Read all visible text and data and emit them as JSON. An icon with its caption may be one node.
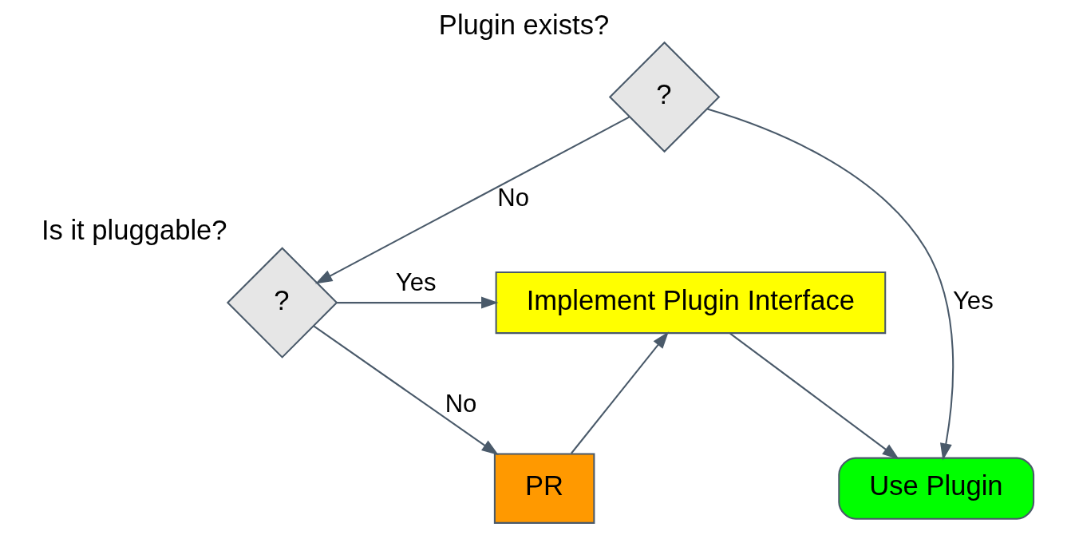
{
  "diagram": {
    "nodes": [
      {
        "text": [
          "?"
        ],
        "beside": [
          "Plugin exists?"
        ]
      },
      {
        "text": [
          "?"
        ],
        "beside": [
          "Is it pluggable?"
        ]
      },
      {
        "text": [
          "Implement Plugin Interface"
        ]
      },
      {
        "text": [
          "PR"
        ]
      },
      {
        "text": [
          "Use Plugin"
        ]
      }
    ],
    "edges": [
      {
        "from": 0,
        "to": 1,
        "arrow": "to",
        "label": "No"
      },
      {
        "from": 0,
        "to": 4,
        "arrow": "to",
        "label": "Yes"
      },
      {
        "from": 1,
        "to": 2,
        "arrow": "to",
        "label": "Yes"
      },
      {
        "from": 1,
        "to": 3,
        "arrow": "to",
        "label": "No"
      },
      {
        "from": 3,
        "to": 2,
        "arrow": "to"
      },
      {
        "from": 2,
        "to": 4,
        "arrow": "to"
      }
    ]
  }
}
